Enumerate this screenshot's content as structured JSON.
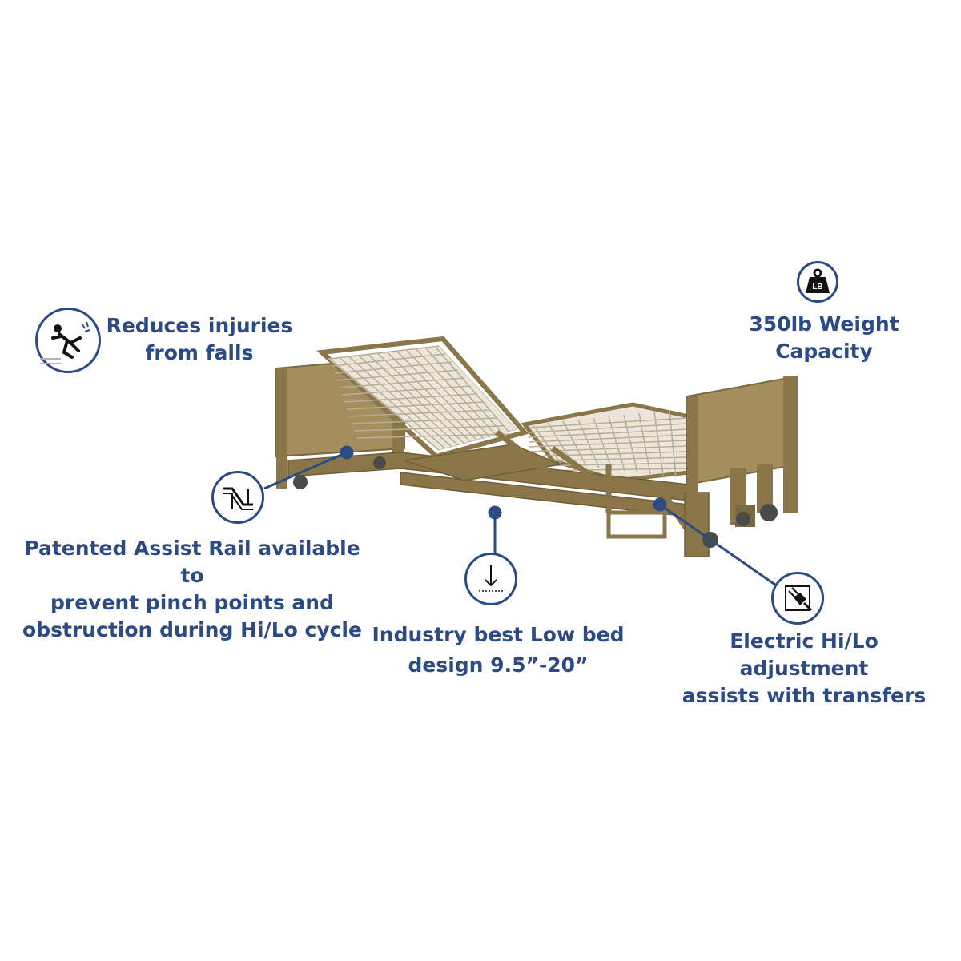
{
  "colors": {
    "brand_blue": "#2b4b82",
    "bed_frame": "#8a7648",
    "bed_panel": "#a58e5e",
    "spring_mesh": "#c9c2b2"
  },
  "features": {
    "falls": {
      "line1": "Reduces injuries",
      "line2": "from falls",
      "icon": "falling-person-icon"
    },
    "weight": {
      "line1": "350lb Weight",
      "line2": "Capacity",
      "icon": "weight-lb-icon",
      "icon_text": "LB"
    },
    "assist_rail": {
      "line1": "Patented Assist Rail available to",
      "line2": "prevent pinch points and",
      "line3": "obstruction during Hi/Lo cycle",
      "icon": "assist-rail-icon"
    },
    "low_bed": {
      "line1": "Industry best Low bed",
      "line2": "design 9.5”-20”",
      "icon": "down-arrow-icon"
    },
    "electric": {
      "line1": "Electric Hi/Lo adjustment",
      "line2": "assists with transfers",
      "icon": "electric-plug-icon"
    }
  }
}
